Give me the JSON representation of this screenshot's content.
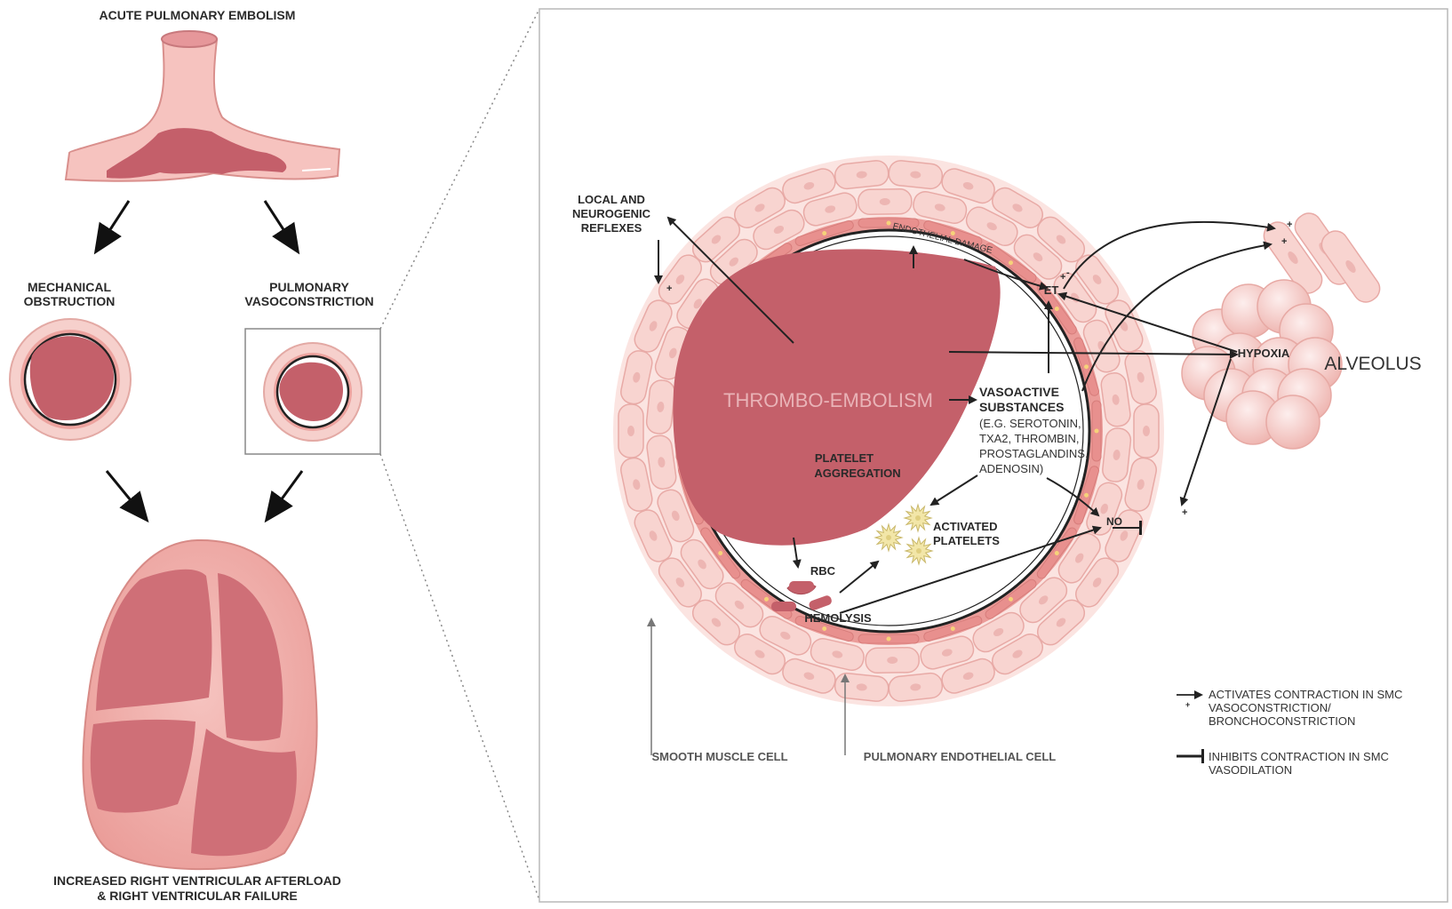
{
  "left_panel": {
    "title": "ACUTE PULMONARY EMBOLISM",
    "branch_left": [
      "MECHANICAL",
      "OBSTRUCTION"
    ],
    "branch_right": [
      "PULMONARY",
      "VASOCONSTRICTION"
    ],
    "bottom": [
      "INCREASED RIGHT VENTRICULAR AFTERLOAD",
      "& RIGHT VENTRICULAR FAILURE"
    ]
  },
  "right_panel": {
    "reflexes": [
      "LOCAL AND",
      "NEUROGENIC",
      "REFLEXES"
    ],
    "endothelial_damage": "ENDOTHELIAL DAMAGE",
    "et": "ET",
    "thrombo_embolism": "THROMBO-EMBOLISM",
    "platelet_aggregation": [
      "PLATELET",
      "AGGREGATION"
    ],
    "vasoactive_title": [
      "VASOACTIVE",
      "SUBSTANCES"
    ],
    "vasoactive_list": [
      "(E.G. SEROTONIN,",
      "TXA2, THROMBIN,",
      "PROSTAGLANDINS,",
      "ADENOSIN)"
    ],
    "hypoxia": "HYPOXIA",
    "alveolus": "ALVEOLUS",
    "activated_platelets": [
      "ACTIVATED",
      "PLATELETS"
    ],
    "no": "NO",
    "rbc": "RBC",
    "hemolysis": "HEMOLYSIS",
    "smooth_muscle_cell": "SMOOTH MUSCLE CELL",
    "pulmonary_endothelial_cell": "PULMONARY ENDOTHELIAL CELL",
    "plus": "+",
    "minus": "-"
  },
  "legend": {
    "activates": [
      "ACTIVATES CONTRACTION IN SMC",
      "VASOCONSTRICTION/",
      "BRONCHOCONSTRICTION"
    ],
    "inhibits": [
      "INHIBITS CONTRACTION IN SMC",
      "VASODILATION"
    ]
  },
  "colors": {
    "clot": "#c4606a",
    "vessel_outer": "#f4c7c3",
    "cell_fill": "#f8d4d0",
    "cell_stroke": "#e8aaa6",
    "endothelium": "#e8908e",
    "heart_outer": "#f0a7a3",
    "heart_chamber": "#cf6f77",
    "alveolus": "#f3c5c2",
    "platelet": "#f2e6a8"
  }
}
